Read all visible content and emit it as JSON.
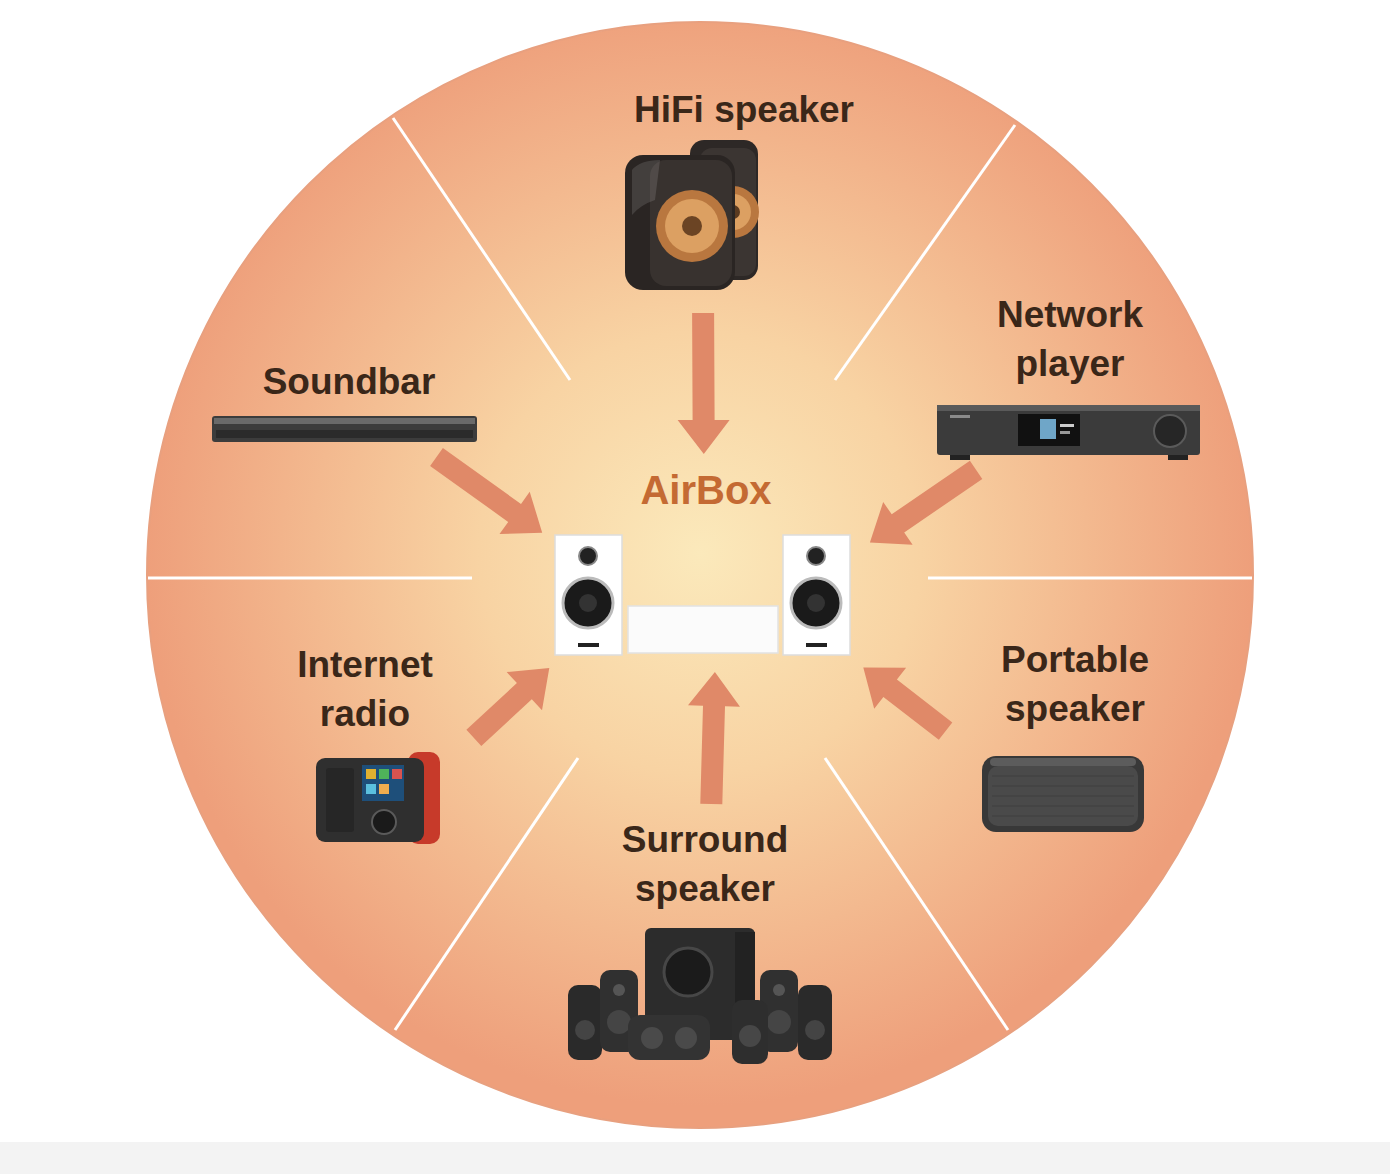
{
  "diagram": {
    "nodes": [
      {
        "text": [
          "HiFi speaker"
        ]
      },
      {
        "text": [
          "Soundbar"
        ]
      },
      {
        "text": [
          "Network player"
        ]
      },
      {
        "text": [
          "AirBox"
        ]
      },
      {
        "text": [
          "Internet radio"
        ]
      },
      {
        "text": [
          "Portable speaker"
        ]
      },
      {
        "text": [
          "Surround speaker"
        ]
      }
    ],
    "edges": [
      {
        "from": 0,
        "to": 3,
        "arrow": "to"
      },
      {
        "from": 1,
        "to": 3,
        "arrow": "to"
      },
      {
        "from": 2,
        "to": 3,
        "arrow": "to"
      },
      {
        "from": 4,
        "to": 3,
        "arrow": "to"
      },
      {
        "from": 5,
        "to": 3,
        "arrow": "to"
      },
      {
        "from": 6,
        "to": 3,
        "arrow": "to"
      }
    ]
  }
}
